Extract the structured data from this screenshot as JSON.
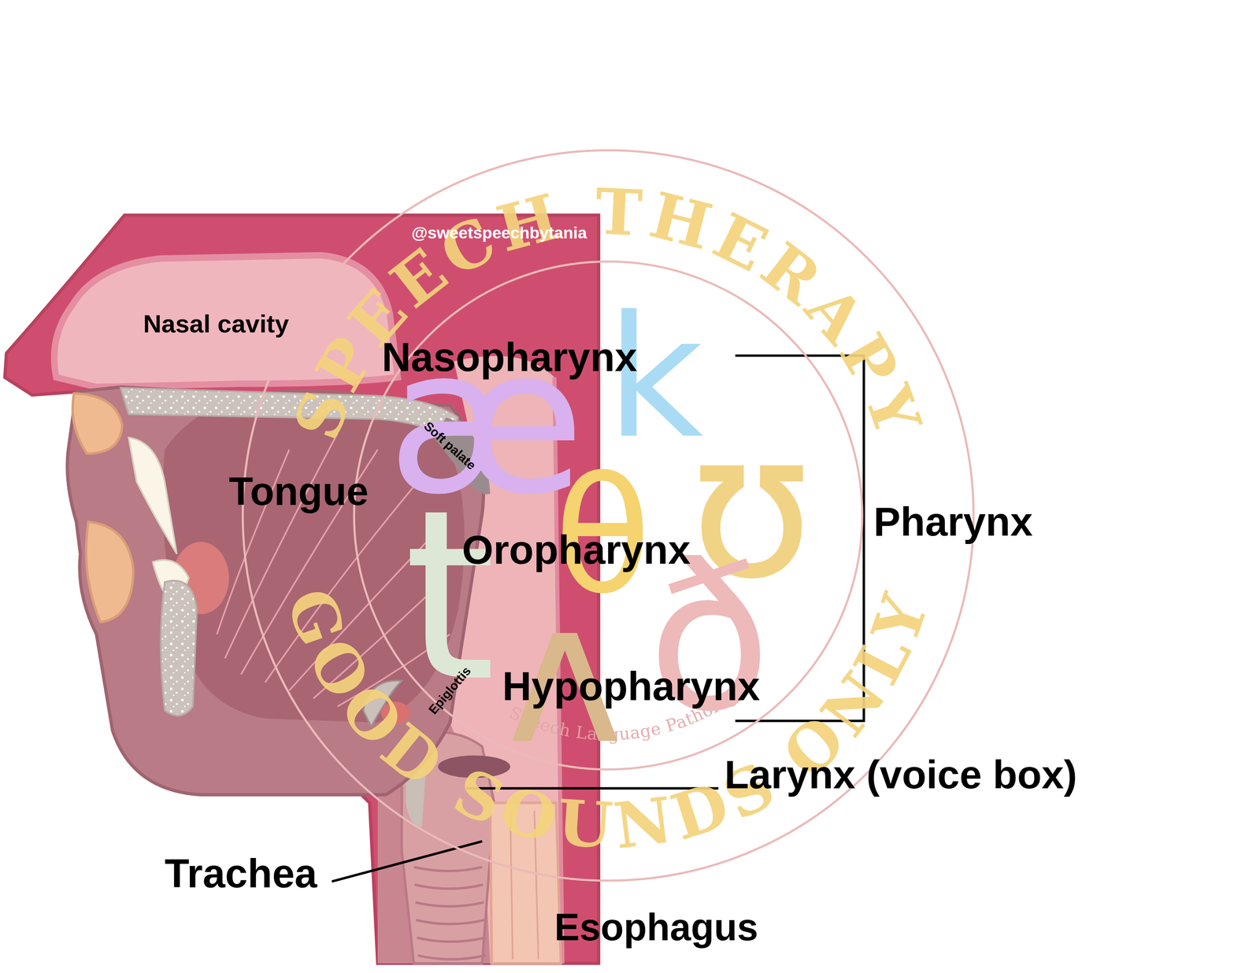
{
  "diagram": {
    "labels": [
      "@sweetspeechbytania",
      "SPEECH THERAPY",
      "Nasal cavity",
      "Nasopharynx",
      "k",
      "æ",
      "Soft palate",
      "ʊ",
      "Tongue",
      "Pharynx",
      "t",
      "θ",
      "Oropharynx",
      "ð",
      "ʌ",
      "Epiglottis",
      "Hypopharynx",
      "Speech Language Pathologist",
      "Larynx (voice box)",
      "GOOD SOUNDS ONLY",
      "Trachea",
      "Esophagus"
    ]
  }
}
